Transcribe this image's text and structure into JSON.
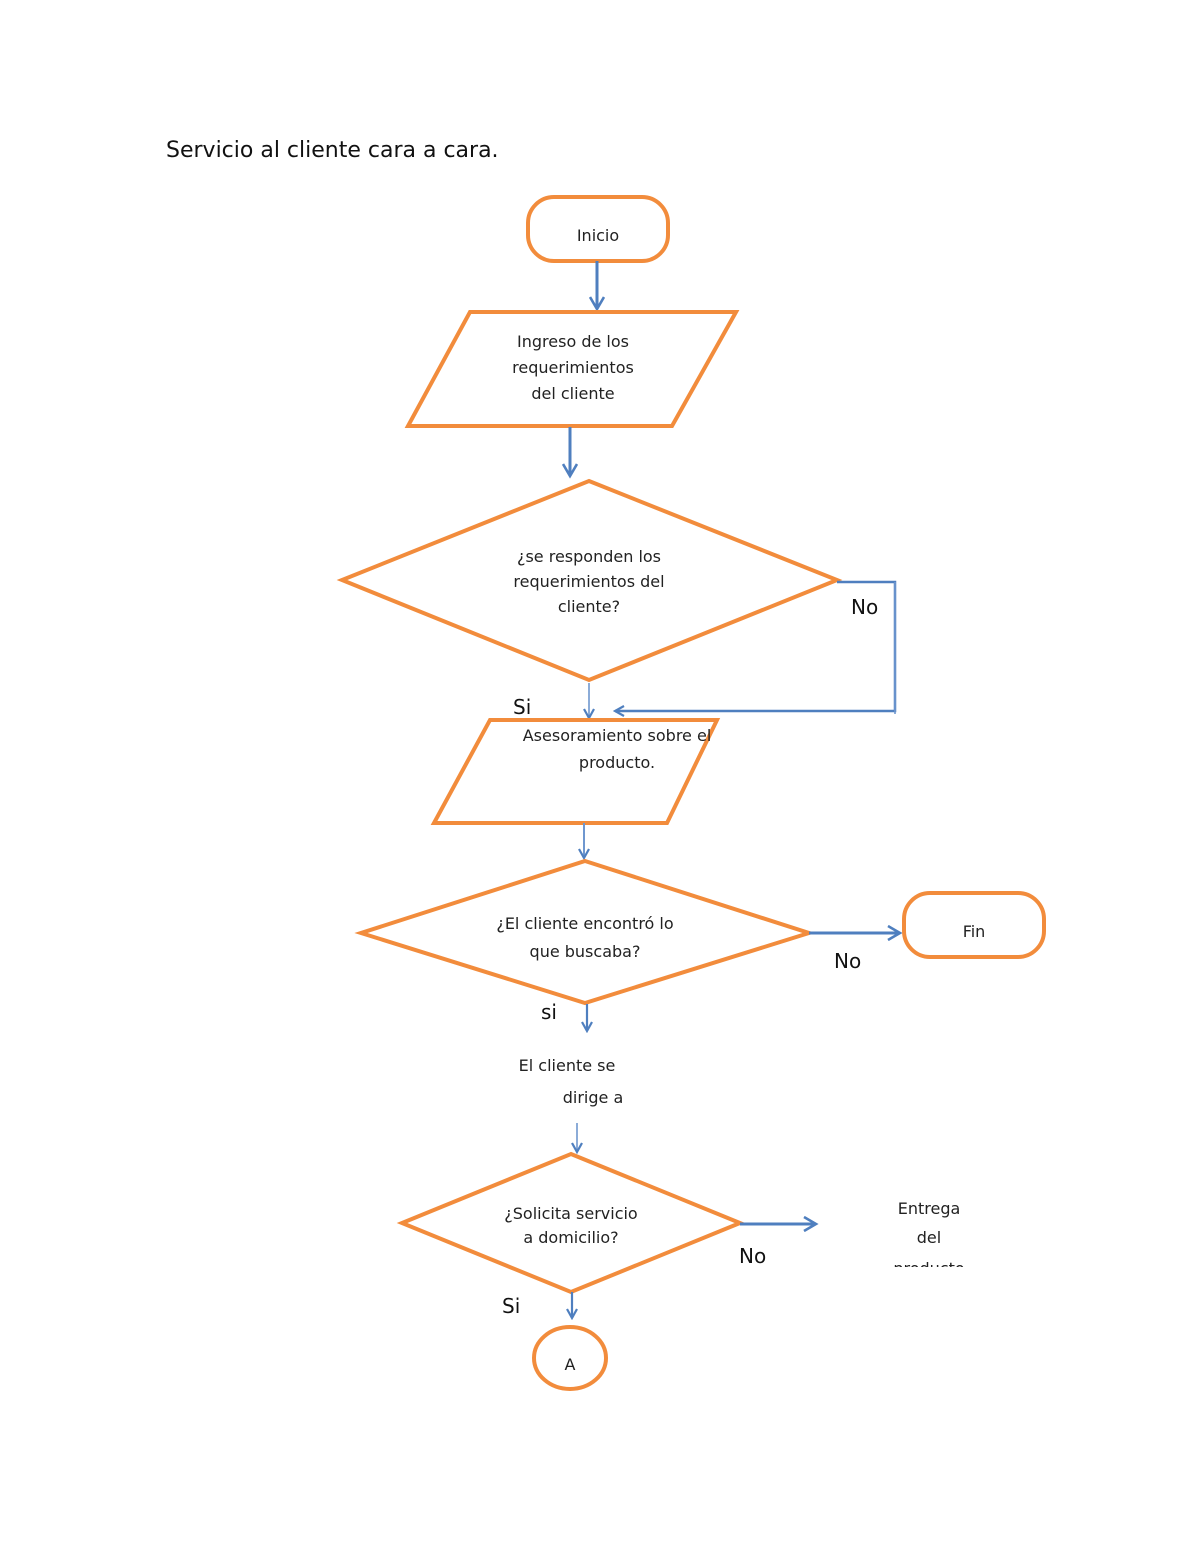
{
  "title": "Servicio al cliente cara a cara.",
  "colors": {
    "shape_stroke": "#f28c3c",
    "connector": "#4f7fbf"
  },
  "nodes": {
    "inicio": "Inicio",
    "ingreso": [
      "Ingreso de los",
      "requerimientos",
      "del cliente"
    ],
    "decision1": [
      "¿se responden los",
      "requerimientos del",
      "cliente?"
    ],
    "asesoramiento": [
      "Asesoramiento sobre el",
      "producto."
    ],
    "decision2": [
      "¿El cliente encontró lo",
      "que buscaba?"
    ],
    "fin": "Fin",
    "dirige": [
      "El cliente se",
      "dirige a"
    ],
    "decision3": [
      "¿Solicita servicio",
      "a domicilio?"
    ],
    "entrega": [
      "Entrega",
      "del",
      "producto"
    ],
    "conector_a": "A"
  },
  "edge_labels": {
    "d1_no": "No",
    "d1_si": "Si",
    "d2_no": "No",
    "d2_si": "si",
    "d3_no": "No",
    "d3_si": "Si"
  }
}
